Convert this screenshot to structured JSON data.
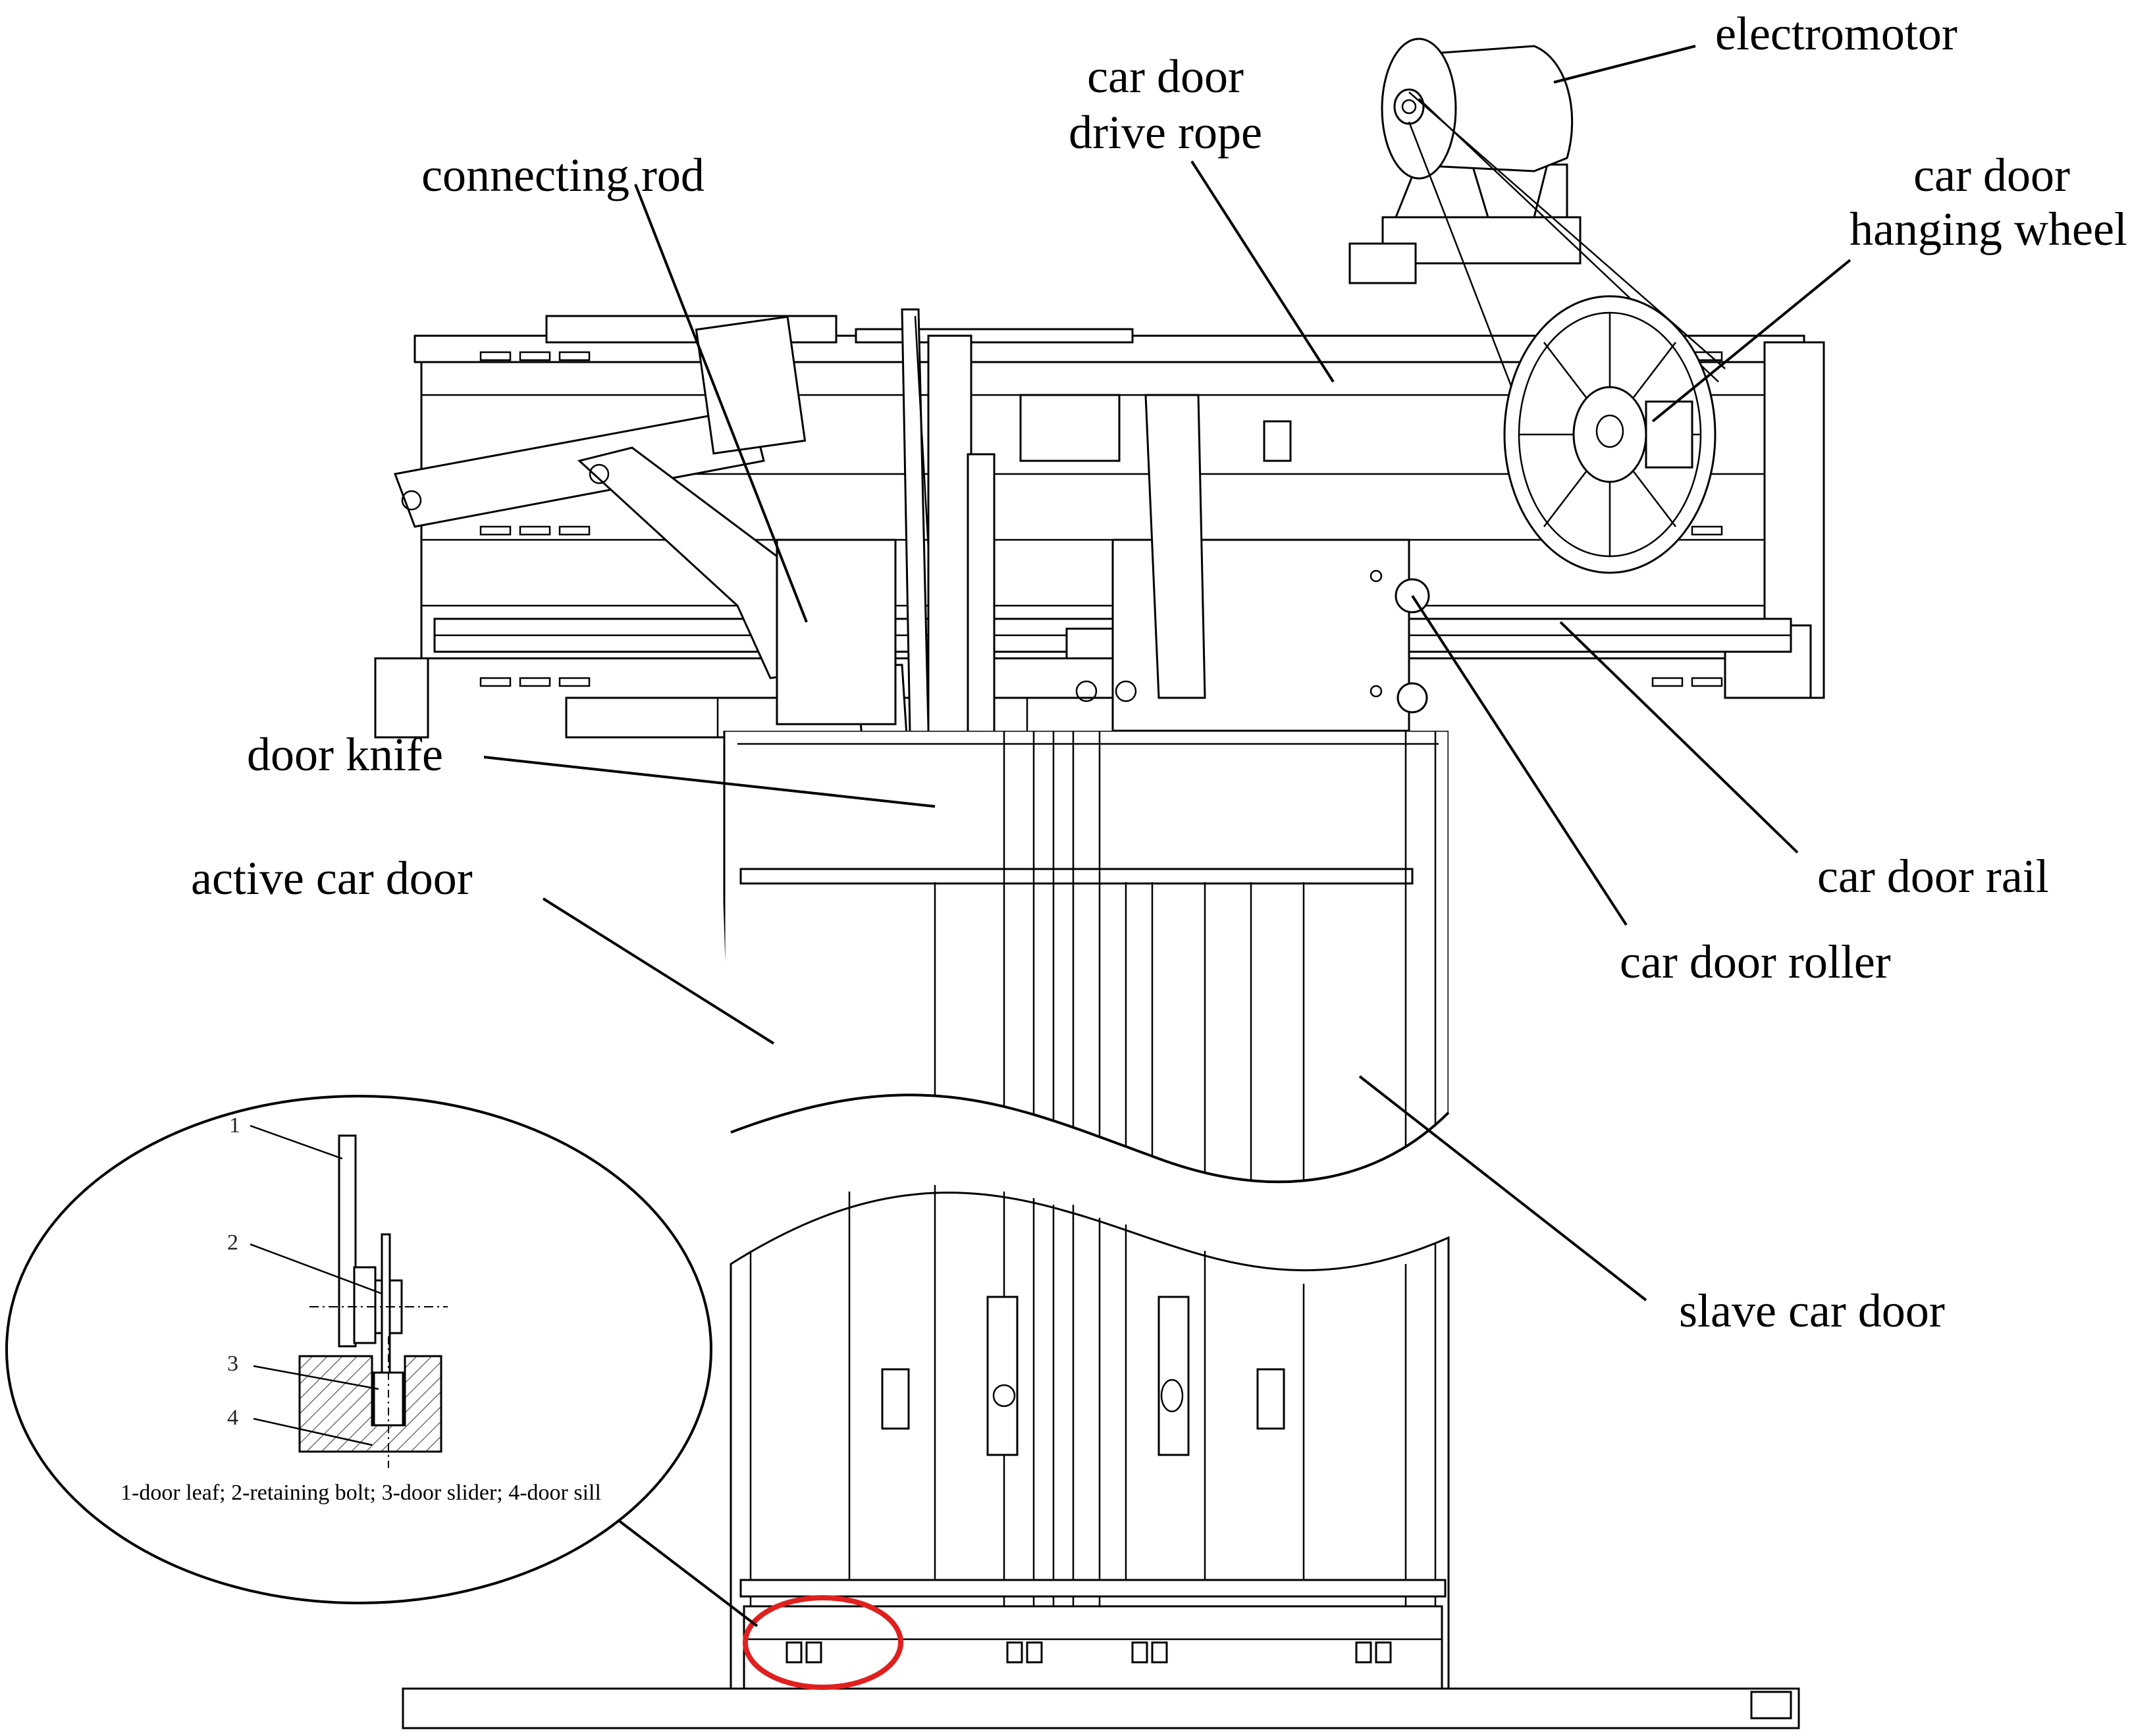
{
  "labels": {
    "electromotor": "electromotor",
    "drive_rope_1": "car door",
    "drive_rope_2": "drive rope",
    "connecting_rod": "connecting rod",
    "hanging_wheel_1": "car door",
    "hanging_wheel_2": "hanging wheel",
    "door_knife": "door knife",
    "active_car_door": "active car door",
    "car_door_rail": "car door rail",
    "car_door_roller": "car door roller",
    "slave_car_door": "slave car door"
  },
  "detail": {
    "numbers": [
      "1",
      "2",
      "3",
      "4"
    ],
    "caption": "1-door leaf; 2-retaining bolt; 3-door slider; 4-door sill"
  },
  "colors": {
    "ink": "#000000",
    "highlight_circle": "#e0201f",
    "background": "#ffffff"
  }
}
